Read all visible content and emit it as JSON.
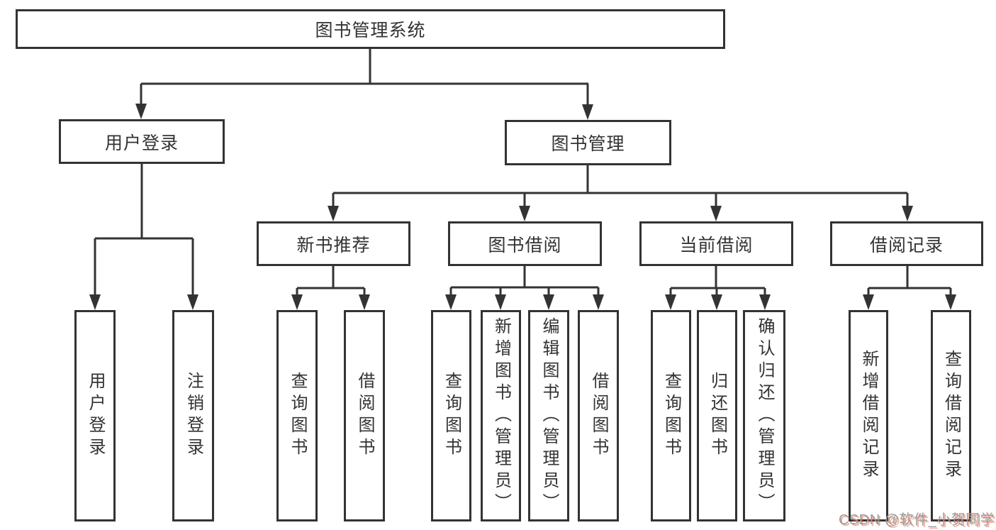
{
  "root": {
    "label": "图书管理系统"
  },
  "login": {
    "label": "用户登录",
    "children": [
      {
        "label": "用户登录"
      },
      {
        "label": "注销登录"
      }
    ]
  },
  "mgmt": {
    "label": "图书管理",
    "children": [
      {
        "label": "新书推荐",
        "children": [
          {
            "label": "查询图书"
          },
          {
            "label": "借阅图书"
          }
        ]
      },
      {
        "label": "图书借阅",
        "children": [
          {
            "label": "查询图书"
          },
          {
            "label": "新增图书（管理员）"
          },
          {
            "label": "编辑图书（管理员）"
          },
          {
            "label": "借阅图书"
          }
        ]
      },
      {
        "label": "当前借阅",
        "children": [
          {
            "label": "查询图书"
          },
          {
            "label": "归还图书"
          },
          {
            "label": "确认归还（管理员）"
          }
        ]
      },
      {
        "label": "借阅记录",
        "children": [
          {
            "label": "新增借阅记录"
          },
          {
            "label": "查询借阅记录"
          }
        ]
      }
    ]
  },
  "watermark": {
    "text": "CSDN @软件_小贺同学"
  },
  "colors": {
    "line": "#333333",
    "text": "#333333",
    "background": "#ffffff",
    "watermark_gray": "#9b9b9b",
    "watermark_red": "#e05c40"
  }
}
